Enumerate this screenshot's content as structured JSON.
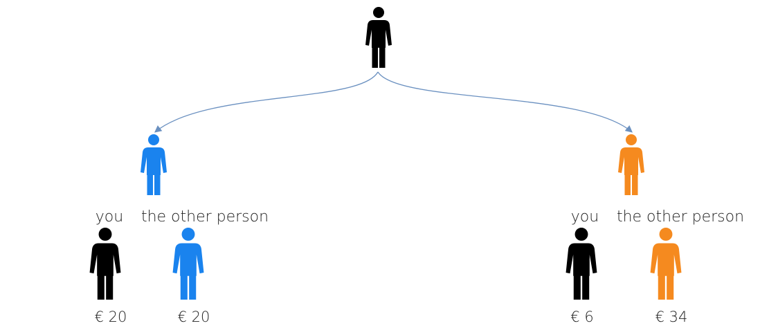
{
  "colors": {
    "root": "#000000",
    "option_a": "#1a83ee",
    "option_b": "#f58a1f",
    "you": "#000000",
    "arrow": "#6a90c0"
  },
  "root": {
    "icon": "person-icon"
  },
  "options": [
    {
      "id": "a",
      "color_key": "option_a",
      "you_label": "you",
      "other_label": "the other person",
      "you_amount": "€ 20",
      "other_amount": "€ 20"
    },
    {
      "id": "b",
      "color_key": "option_b",
      "you_label": "you",
      "other_label": "the other person",
      "you_amount": "€ 6",
      "other_amount": "€ 34"
    }
  ]
}
